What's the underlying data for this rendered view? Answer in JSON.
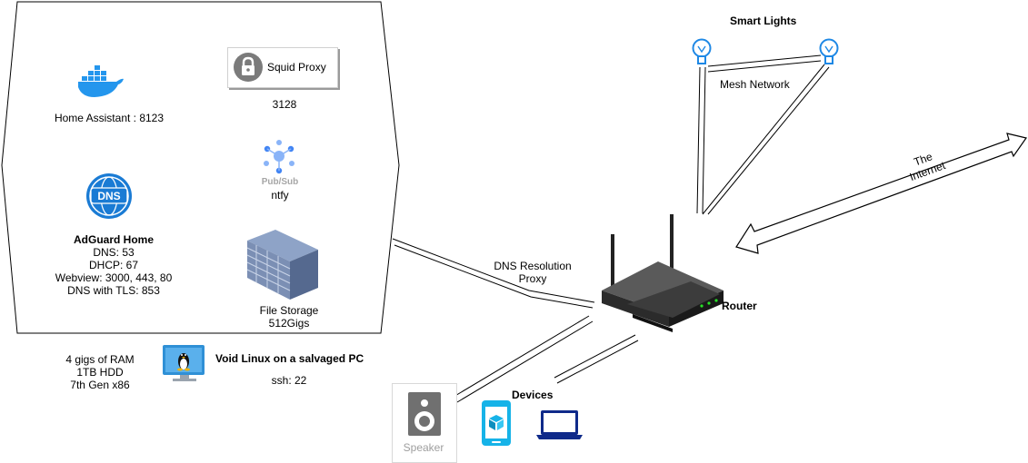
{
  "host": {
    "title": "Void Linux on a salvaged PC",
    "specs": [
      "4 gigs of RAM",
      "1TB HDD",
      "7th Gen x86"
    ],
    "ssh": "ssh: 22"
  },
  "services": {
    "home_assistant": "Home Assistant : 8123",
    "squid": {
      "name": "Squid Proxy",
      "port": "3128"
    },
    "pubsub": {
      "icon_caption": "Pub/Sub",
      "name": "ntfy"
    },
    "adguard": {
      "title": "AdGuard Home",
      "icon_text": "DNS",
      "ports": [
        "DNS: 53",
        "DHCP: 67",
        "Webview: 3000, 443, 80",
        "DNS with TLS: 853"
      ]
    },
    "file_storage": {
      "name": "File Storage",
      "size": "512Gigs"
    }
  },
  "router": {
    "label": "Router"
  },
  "connections": {
    "dns_proxy": [
      "DNS Resolution",
      "Proxy"
    ],
    "internet": [
      "The",
      "Internet"
    ],
    "mesh": "Mesh Network"
  },
  "smart_lights": {
    "title": "Smart Lights"
  },
  "devices": {
    "title": "Devices",
    "speaker": "Speaker"
  },
  "colors": {
    "docker": "#2496ed",
    "dns_badge": "#1a7bd4",
    "bulb": "#1e88e5",
    "phone": "#16b3e8",
    "laptop": "#0f2a8a",
    "linux_monitor": "#2f90d6",
    "router_body": "#2b2b2b",
    "server": "#6b7fa3"
  },
  "icons": [
    "docker-icon",
    "lock-icon",
    "pubsub-icon",
    "dns-globe-icon",
    "server-rack-icon",
    "linux-monitor-icon",
    "router-icon",
    "bulb-icon",
    "speaker-icon",
    "phone-icon",
    "laptop-icon"
  ]
}
